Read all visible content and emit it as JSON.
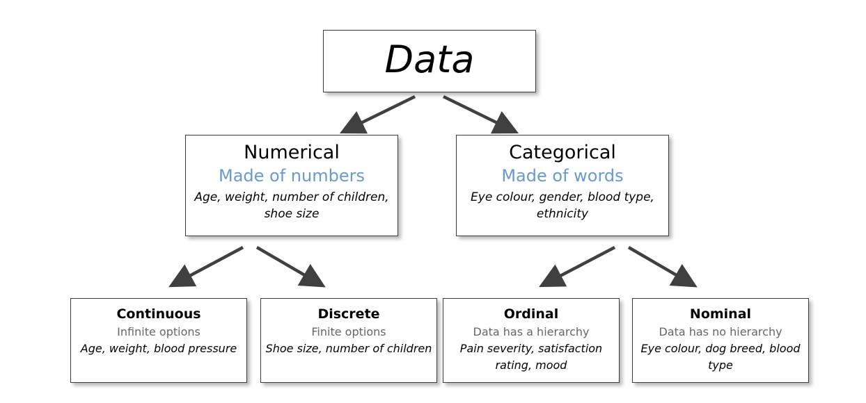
{
  "root": {
    "label": "Data"
  },
  "numerical": {
    "title": "Numerical",
    "subtitle": "Made of numbers",
    "examples": "Age, weight, number of children, shoe size"
  },
  "categorical": {
    "title": "Categorical",
    "subtitle": "Made of words",
    "examples": "Eye colour, gender, blood type, ethnicity"
  },
  "continuous": {
    "title": "Continuous",
    "subtitle": "Infinite options",
    "examples": "Age, weight, blood pressure"
  },
  "discrete": {
    "title": "Discrete",
    "subtitle": "Finite options",
    "examples": "Shoe size, number of children"
  },
  "ordinal": {
    "title": "Ordinal",
    "subtitle": "Data has a hierarchy",
    "examples": "Pain severity, satisfaction rating, mood"
  },
  "nominal": {
    "title": "Nominal",
    "subtitle": "Data has no hierarchy",
    "examples": "Eye colour, dog breed, blood type"
  },
  "colors": {
    "subtitle_mid": "#6a9ac7",
    "subtitle_leaf": "#666666",
    "arrow": "#404040"
  }
}
